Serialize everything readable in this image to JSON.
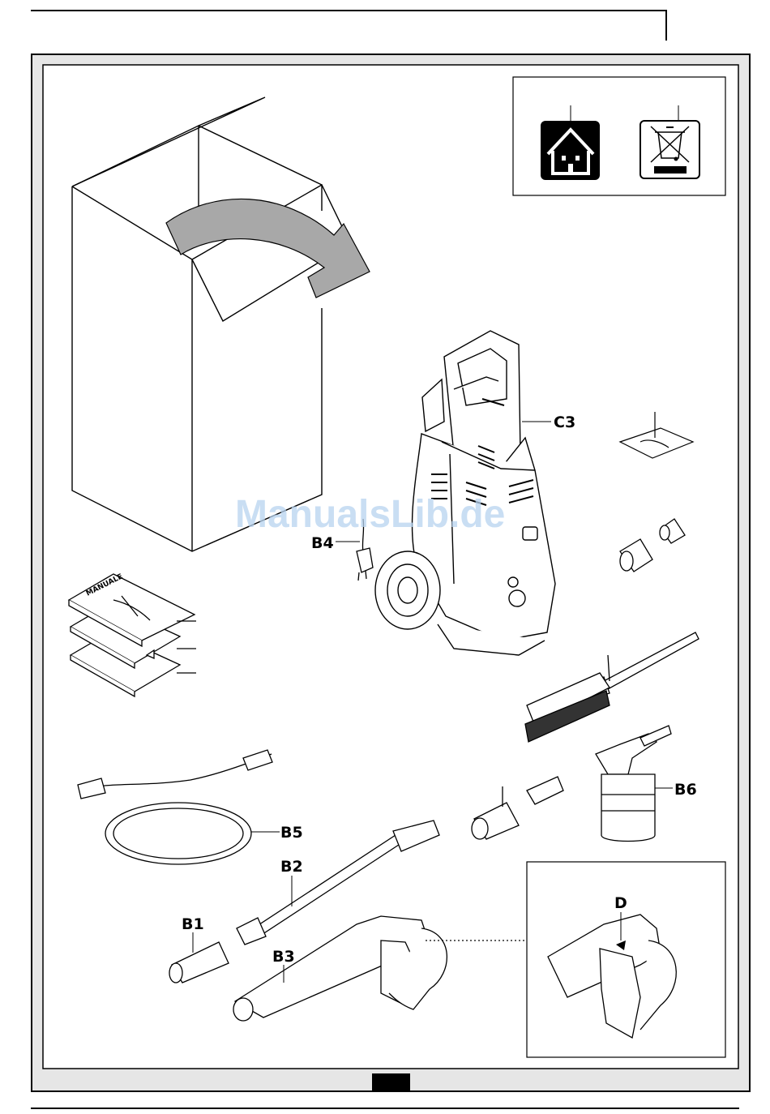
{
  "labels": {
    "c3": "C3",
    "b4": "B4",
    "b5": "B5",
    "b2": "B2",
    "b1": "B1",
    "b3": "B3",
    "b6": "B6",
    "d": "D"
  },
  "manual_cover_text": "MANUALE",
  "watermark": "ManualsLib.de",
  "colors": {
    "frame": "#000000",
    "panel": "#ffffff",
    "outer_band": "#e6e6e6",
    "arrow": "#a8a8a8"
  }
}
